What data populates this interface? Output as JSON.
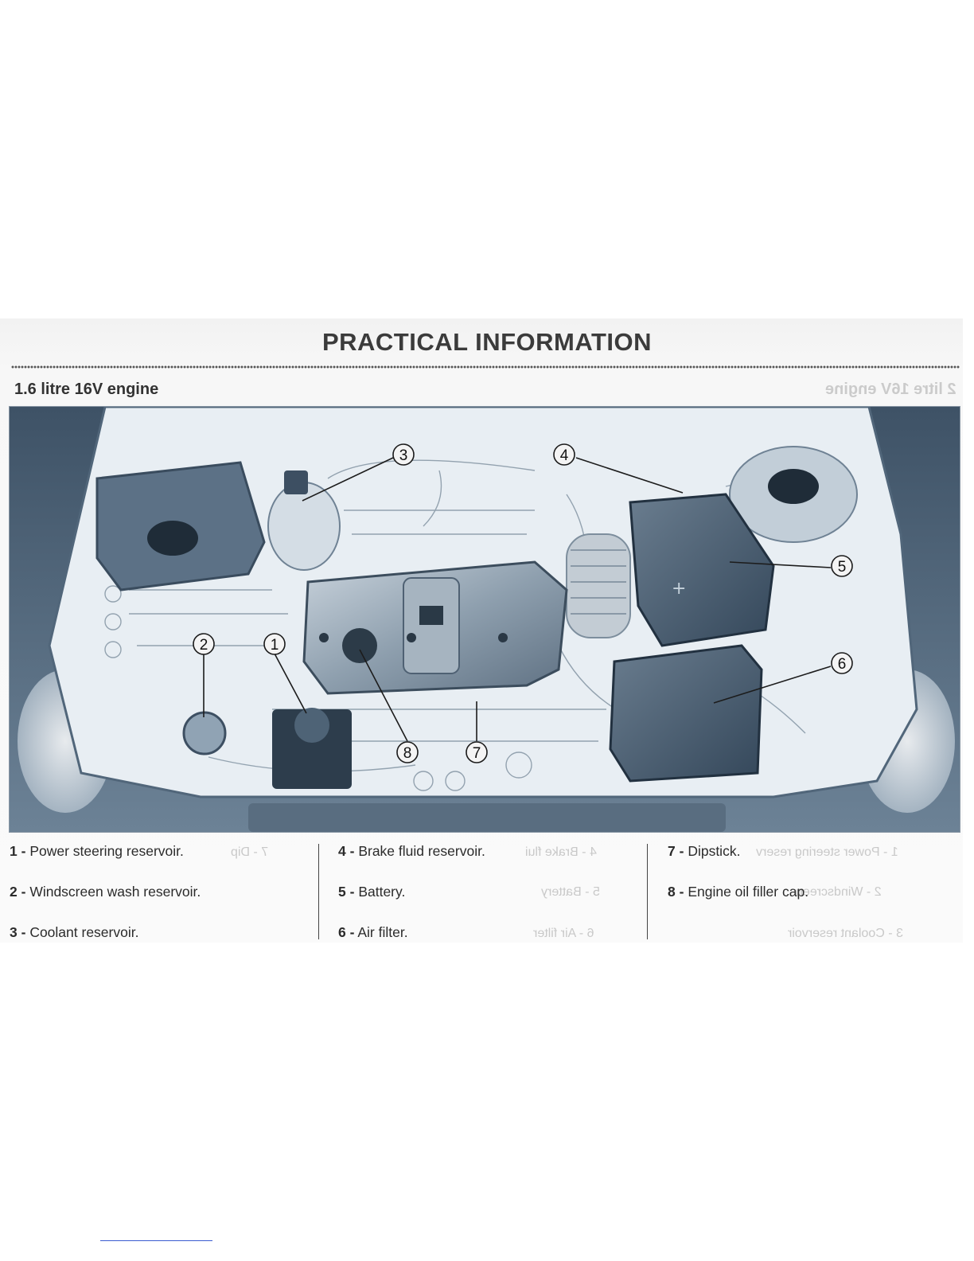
{
  "page": {
    "title": "PRACTICAL INFORMATION",
    "section_title": "1.6 litre 16V engine",
    "mirrored_title": "2 litre 16V engine"
  },
  "figure": {
    "callouts": [
      {
        "number": "1"
      },
      {
        "number": "2"
      },
      {
        "number": "3"
      },
      {
        "number": "4"
      },
      {
        "number": "5"
      },
      {
        "number": "6"
      },
      {
        "number": "7"
      },
      {
        "number": "8"
      }
    ]
  },
  "legend": {
    "columns": [
      {
        "items": [
          {
            "num": "1 -",
            "text": "Power steering reservoir."
          },
          {
            "num": "2 -",
            "text": "Windscreen wash reservoir."
          },
          {
            "num": "3 -",
            "text": "Coolant reservoir."
          }
        ]
      },
      {
        "items": [
          {
            "num": "4 -",
            "text": "Brake fluid reservoir."
          },
          {
            "num": "5 -",
            "text": "Battery."
          },
          {
            "num": "6 -",
            "text": "Air filter."
          }
        ]
      },
      {
        "items": [
          {
            "num": "7 -",
            "text": "Dipstick."
          },
          {
            "num": "8 -",
            "text": "Engine oil filler cap."
          }
        ]
      }
    ]
  },
  "colors": {
    "body_dark": "#4b5f72",
    "body_mid": "#7b8fa1",
    "engine_light": "#dfe7ee",
    "callout_fill": "#f4f4f4"
  }
}
